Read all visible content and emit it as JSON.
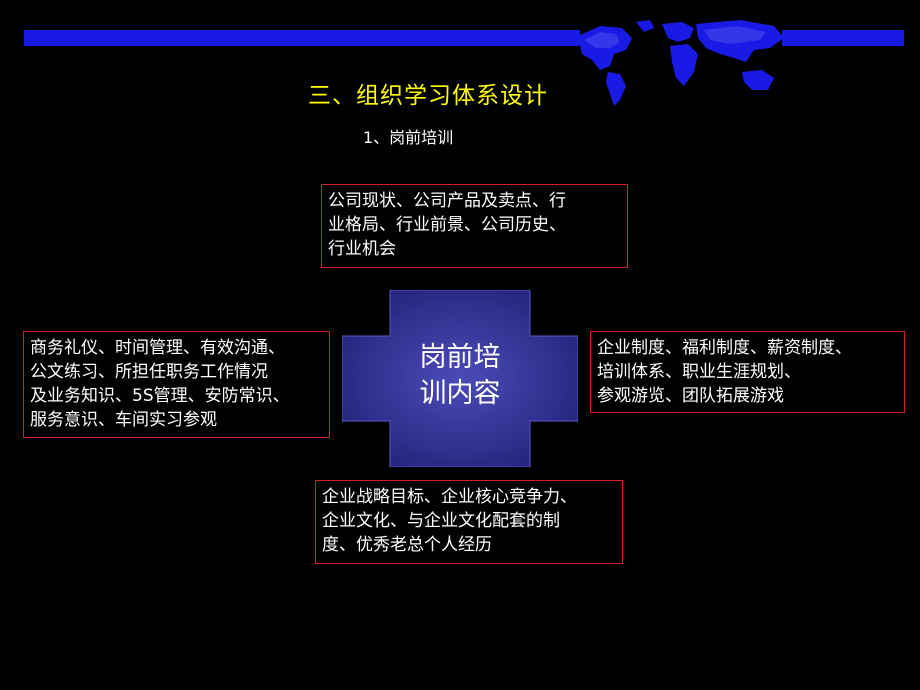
{
  "title": "三、组织学习体系设计",
  "subtitle": "1、岗前培训",
  "center": {
    "line1": "岗前培",
    "line2": "训内容"
  },
  "boxes": {
    "top": [
      "公司现状、公司产品及卖点、行",
      "业格局、行业前景、公司历史、",
      "行业机会"
    ],
    "left": [
      "商务礼仪、时间管理、有效沟通、",
      "公文练习、所担任职务工作情况",
      "及业务知识、5S管理、安防常识、",
      "服务意识、车间实习参观"
    ],
    "right": [
      "企业制度、福利制度、薪资制度、",
      "培训体系、职业生涯规划、",
      "参观游览、团队拓展游戏"
    ],
    "bottom": [
      "企业战略目标、企业核心竞争力、",
      "企业文化、与企业文化配套的制",
      "度、优秀老总个人经历"
    ]
  },
  "colors": {
    "background": "#000000",
    "bar": "#1a1ae6",
    "title": "#ffff00",
    "box_border": "#d42020",
    "cross_fill": "#2e2e88"
  },
  "decorations": [
    "world-map-icon"
  ]
}
